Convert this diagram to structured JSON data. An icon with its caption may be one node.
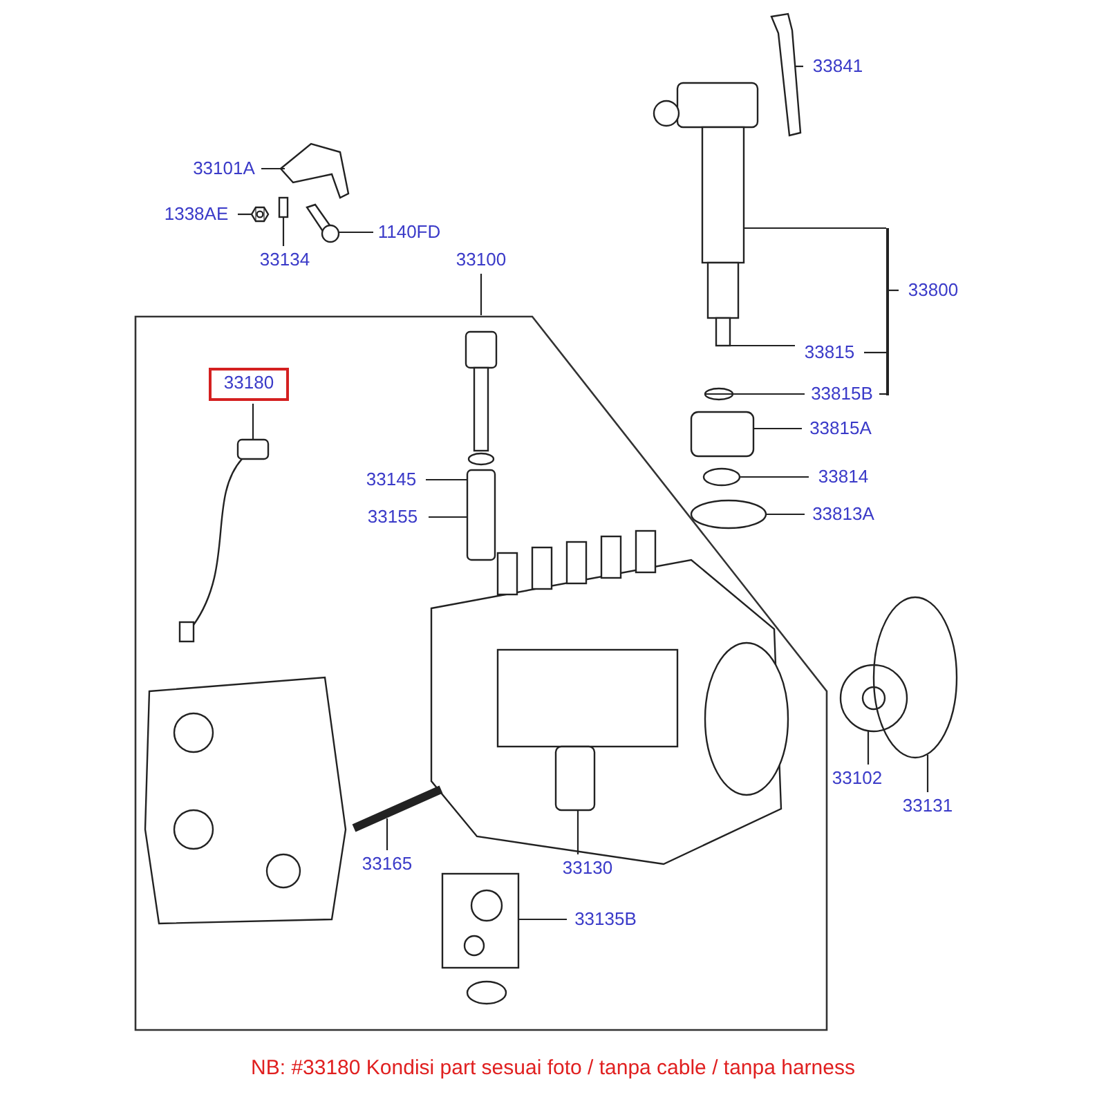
{
  "diagram": {
    "caption": "NB: #33180 Kondisi part sesuai foto / tanpa cable / tanpa harness",
    "nodes": [
      {
        "text": [
          "33841"
        ]
      },
      {
        "text": [
          "33101A"
        ]
      },
      {
        "text": [
          "1338AE"
        ]
      },
      {
        "text": [
          "1140FD"
        ]
      },
      {
        "text": [
          "33134"
        ]
      },
      {
        "text": [
          "33100"
        ]
      },
      {
        "text": [
          "33800"
        ]
      },
      {
        "text": [],
        "shape": "box"
      },
      {
        "text": [
          "33180"
        ],
        "in": 7
      },
      {
        "text": [
          "33815"
        ]
      },
      {
        "text": [
          "33815B"
        ]
      },
      {
        "text": [
          "33815A"
        ]
      },
      {
        "text": [
          "33145"
        ],
        "in": 7
      },
      {
        "text": [
          "33814"
        ]
      },
      {
        "text": [
          "33155"
        ],
        "in": 7
      },
      {
        "text": [
          "33813A"
        ]
      },
      {
        "text": [
          "33102"
        ]
      },
      {
        "text": [
          "33131"
        ]
      },
      {
        "text": [
          "33165"
        ],
        "in": 7
      },
      {
        "text": [
          "33130"
        ],
        "in": 7
      },
      {
        "text": [
          "33135B"
        ],
        "in": 7
      },
      {
        "text": [],
        "shape": "bar"
      },
      {
        "text": [],
        "shape": "picture"
      },
      {
        "text": [],
        "shape": "picture"
      },
      {
        "text": [],
        "shape": "picture",
        "in": 7
      },
      {
        "text": [],
        "shape": "picture"
      },
      {
        "text": [],
        "shape": "picture"
      },
      {
        "text": [],
        "shape": "picture"
      },
      {
        "text": [],
        "shape": "picture"
      },
      {
        "text": [],
        "shape": "picture"
      },
      {
        "text": [],
        "shape": "picture",
        "in": 7
      },
      {
        "text": [],
        "shape": "picture",
        "in": 7
      },
      {
        "text": [],
        "shape": "picture",
        "in": 7
      },
      {
        "text": [],
        "shape": "picture",
        "in": 7
      },
      {
        "text": [],
        "shape": "picture",
        "in": 31
      },
      {
        "text": [],
        "shape": "picture",
        "in": 7
      },
      {
        "text": [],
        "shape": "picture"
      },
      {
        "text": [],
        "shape": "picture"
      },
      {
        "text": [],
        "shape": "picture"
      },
      {
        "text": [],
        "shape": "picture"
      },
      {
        "text": [],
        "shape": "picture"
      }
    ],
    "edges": [
      {
        "from": 0,
        "to": 27,
        "arrow": "none"
      },
      {
        "from": 1,
        "to": 28,
        "arrow": "none"
      },
      {
        "from": 2,
        "to": 22,
        "arrow": "none"
      },
      {
        "from": 3,
        "to": 29,
        "arrow": "none"
      },
      {
        "from": 4,
        "to": 23,
        "arrow": "none"
      },
      {
        "from": 5,
        "to": 7,
        "arrow": "none"
      },
      {
        "from": 6,
        "to": 21,
        "arrow": "none"
      },
      {
        "from": 8,
        "to": 24,
        "arrow": "none"
      },
      {
        "from": 9,
        "to": 25,
        "arrow": "none"
      },
      {
        "from": 10,
        "to": 26,
        "arrow": "none"
      },
      {
        "from": 11,
        "to": 38,
        "arrow": "none"
      },
      {
        "from": 12,
        "to": 30,
        "arrow": "none"
      },
      {
        "from": 13,
        "to": 39,
        "arrow": "none"
      },
      {
        "from": 14,
        "to": 30,
        "arrow": "none"
      },
      {
        "from": 15,
        "to": 40,
        "arrow": "none"
      },
      {
        "from": 16,
        "to": 36,
        "arrow": "none"
      },
      {
        "from": 17,
        "to": 37,
        "arrow": "none"
      },
      {
        "from": 18,
        "to": 33,
        "arrow": "none"
      },
      {
        "from": 19,
        "to": 34,
        "arrow": "none"
      },
      {
        "from": 20,
        "to": 35,
        "arrow": "none"
      },
      {
        "from": 9,
        "to": 21,
        "arrow": "none"
      },
      {
        "from": 10,
        "to": 21,
        "arrow": "none"
      },
      {
        "from": 21,
        "to": 25,
        "arrow": "none"
      }
    ]
  }
}
